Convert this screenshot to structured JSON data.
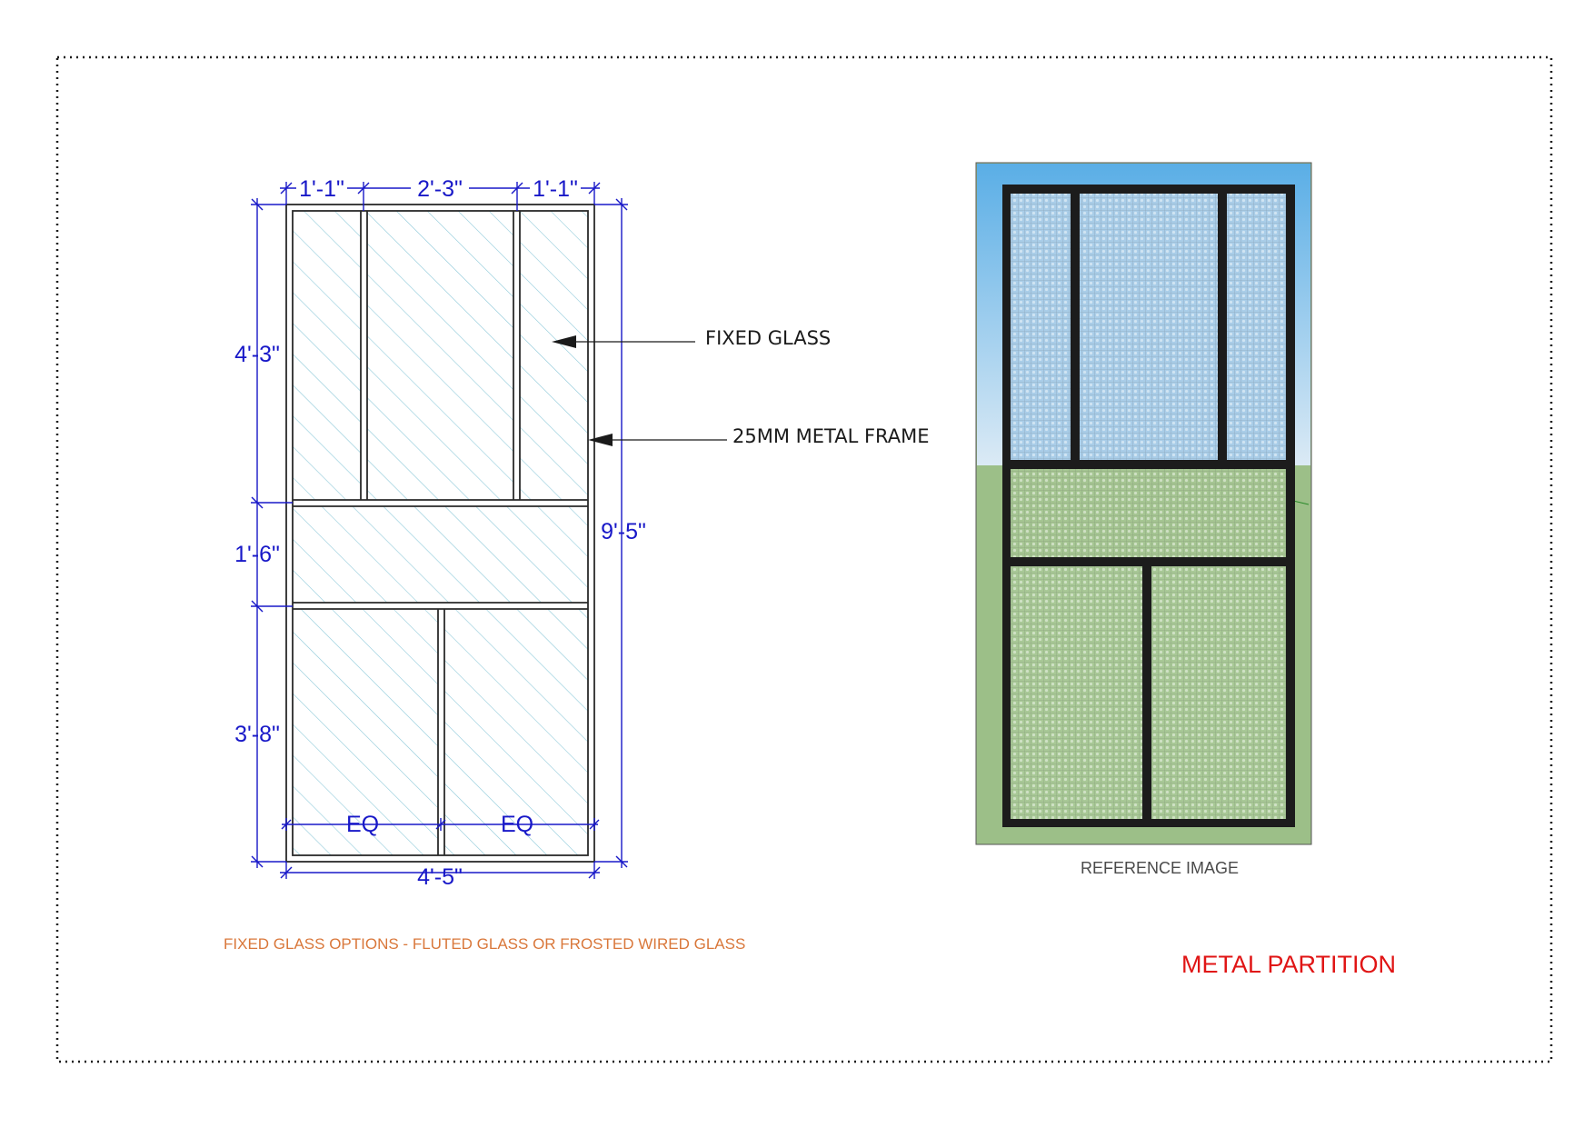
{
  "dimensions": {
    "top_left_width": "1'-1\"",
    "top_center_width": "2'-3\"",
    "top_right_width": "1'-1\"",
    "upper_height": "4'-3\"",
    "middle_height": "1'-6\"",
    "lower_height": "3'-8\"",
    "total_height": "9'-5\"",
    "total_width": "4'-5\"",
    "bottom_left_equal": "EQ",
    "bottom_right_equal": "EQ"
  },
  "callouts": {
    "fixed_glass": "FIXED GLASS",
    "metal_frame": "25MM METAL FRAME"
  },
  "reference_caption": "REFERENCE IMAGE",
  "glass_note": "FIXED GLASS OPTIONS - FLUTED GLASS OR FROSTED WIRED GLASS",
  "title": "METAL PARTITION",
  "colors": {
    "dimension": "#1818c8",
    "note": "#d9773a",
    "title": "#e01515",
    "glass_hatch": "#8ec9d9",
    "sky": "#9cc8ee",
    "ground": "#9cbf88",
    "frame": "#1c1c1c"
  }
}
